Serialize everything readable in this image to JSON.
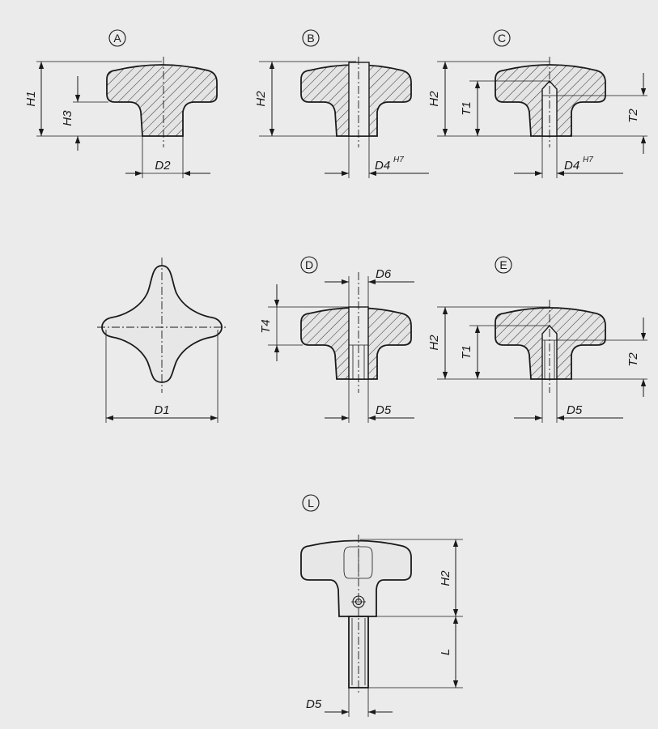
{
  "variants": {
    "a": "A",
    "b": "B",
    "c": "C",
    "d": "D",
    "e": "E",
    "l": "L"
  },
  "dims": {
    "h1": "H1",
    "h2": "H2",
    "h3": "H3",
    "t1": "T1",
    "t2": "T2",
    "t4": "T4",
    "d1": "D1",
    "d2": "D2",
    "d4": "D4",
    "d4_sup": "H7",
    "d5": "D5",
    "d6": "D6",
    "l": "L"
  }
}
